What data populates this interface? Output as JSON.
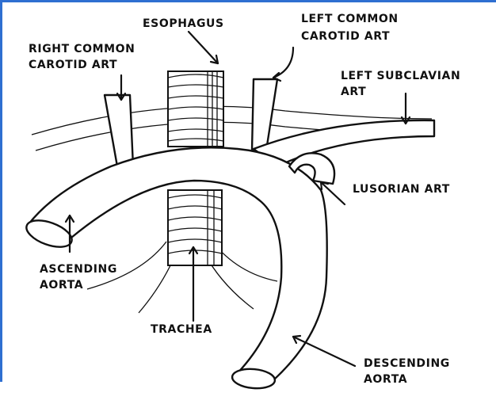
{
  "labels": {
    "esophagus": "ESOPHAGUS",
    "left_common_carotid_1": "LEFT COMMON",
    "left_common_carotid_2": "CAROTID ART",
    "right_common_carotid_1": "RIGHT COMMON",
    "right_common_carotid_2": "CAROTID ART",
    "left_subclavian_1": "LEFT SUBCLAVIAN",
    "left_subclavian_2": "ART",
    "lusorian": "LUSORIAN ART",
    "ascending_1": "ASCENDING",
    "ascending_2": "AORTA",
    "trachea": "TRACHEA",
    "descending_1": "DESCENDING",
    "descending_2": "AORTA"
  },
  "colors": {
    "frame_accent": "#2f6fd1",
    "ink": "#111111"
  }
}
